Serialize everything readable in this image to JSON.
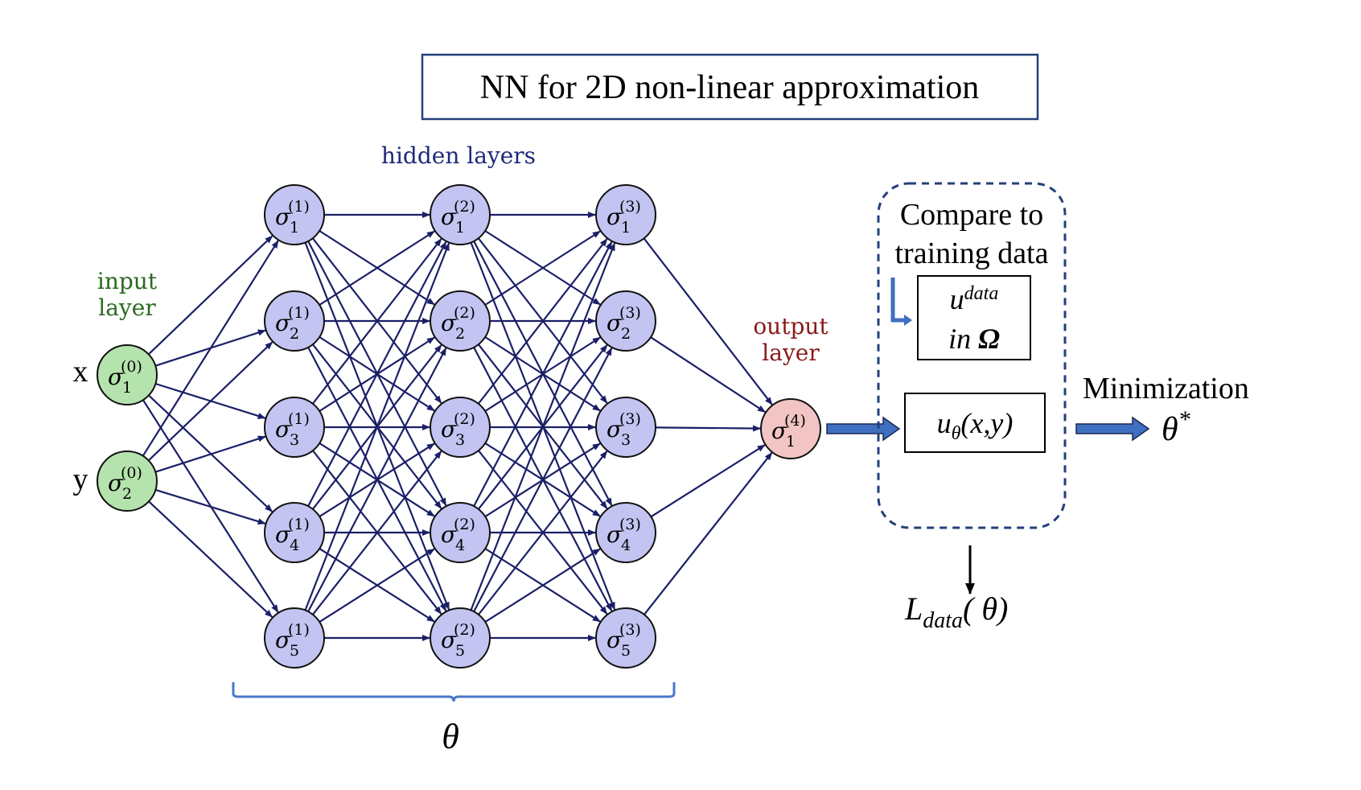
{
  "title": "NN for 2D non-linear approximation",
  "colors": {
    "edge": "#1a1f66",
    "hidden_fill": "#c3c4f2",
    "input_fill": "#b5e3ad",
    "output_fill": "#f2c4c4",
    "input_label": "#2a6a1f",
    "hidden_label": "#1f2a7a",
    "output_label": "#8a1a1a",
    "box_border": "#23407a",
    "dashed_border": "#23407a",
    "fat_arrow": "#3f6fc0",
    "brace": "#4a78c8"
  },
  "labels": {
    "input_layer_1": "input",
    "input_layer_2": "layer",
    "hidden_layers": "hidden layers",
    "output_layer_1": "output",
    "output_layer_2": "layer",
    "x": "x",
    "y": "y",
    "theta": "θ",
    "compare_1": "Compare to",
    "compare_2": "training data",
    "u_data_base": "u",
    "u_data_sup": "data",
    "in_omega_in": "in ",
    "in_omega_sym": "Ω",
    "u_theta_u": "u",
    "u_theta_sub": "θ",
    "u_theta_args": "(x,y)",
    "minimization": "Minimization",
    "theta_star": "θ",
    "theta_star_sup": "*",
    "loss_L": "L",
    "loss_sub": "data",
    "loss_args": "( θ)"
  },
  "network": {
    "neuron_symbol": "σ",
    "layers": [
      {
        "id": "input",
        "layer_index": "0",
        "count": 2
      },
      {
        "id": "hidden1",
        "layer_index": "1",
        "count": 5
      },
      {
        "id": "hidden2",
        "layer_index": "2",
        "count": 5
      },
      {
        "id": "hidden3",
        "layer_index": "3",
        "count": 5
      },
      {
        "id": "output",
        "layer_index": "4",
        "count": 1
      }
    ],
    "connectivity": "fully-connected"
  }
}
